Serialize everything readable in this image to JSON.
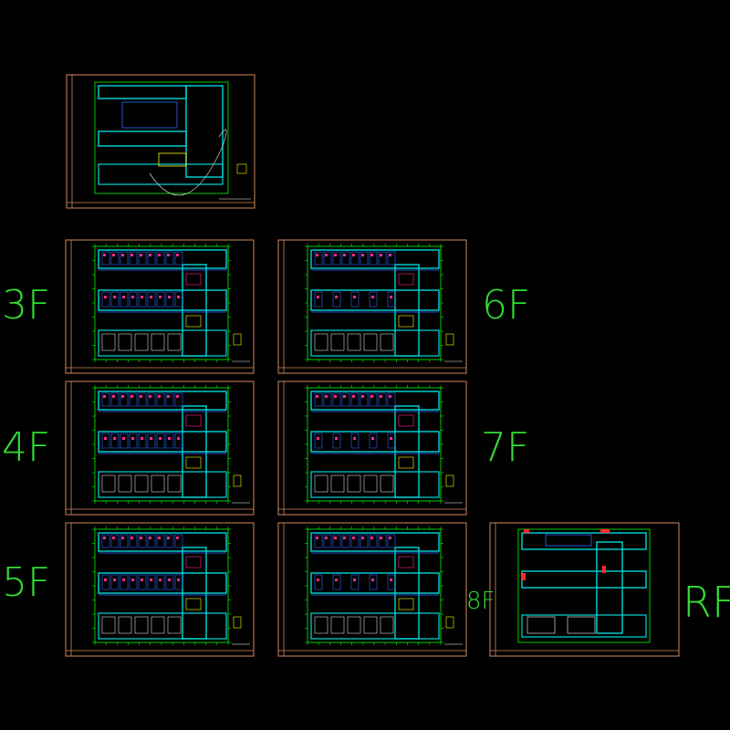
{
  "colors": {
    "background": "#000000",
    "sheet_border": "#d08860",
    "axis_lines": "#00ff00",
    "walls": "#00d8d8",
    "partitions": "#2b6bff",
    "fixtures": "#ff2a8a",
    "highlight": "#ffff00",
    "label_text": "#33dd33",
    "title_block": "#d08860"
  },
  "floor_labels": {
    "f3": "3F",
    "f4": "4F",
    "f5": "5F",
    "f6": "6F",
    "f7": "7F",
    "f8": "8F",
    "rf": "RF"
  },
  "sheets": [
    {
      "id": "site-plan",
      "label": ""
    },
    {
      "id": "floor-3",
      "label": "3F"
    },
    {
      "id": "floor-6",
      "label": "6F"
    },
    {
      "id": "floor-4",
      "label": "4F"
    },
    {
      "id": "floor-7",
      "label": "7F"
    },
    {
      "id": "floor-5",
      "label": "5F"
    },
    {
      "id": "floor-8",
      "label": "8F"
    },
    {
      "id": "roof",
      "label": "RF"
    }
  ]
}
